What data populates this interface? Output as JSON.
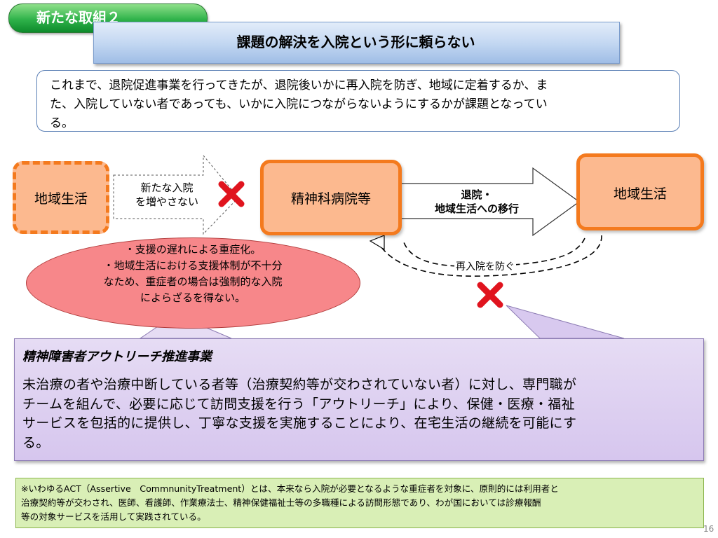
{
  "header": {
    "badge": "新たな取組２",
    "title": "課題の解決を入院という形に頼らない"
  },
  "intro": {
    "line1": "これまで、退院促進事業を行ってきたが、退院後いかに再入院を防ぎ、地域に定着するか、ま",
    "line2": "た、入院していない者であっても、いかに入院につながらないようにするかが課題となってい",
    "line3": "る。"
  },
  "flow": {
    "left_box": "地域生活",
    "left_arrow_line1": "新たな入院",
    "left_arrow_line2": "を増やさない",
    "mid_box": "精神科病院等",
    "right_arrow_line1": "退院・",
    "right_arrow_line2": "地域生活への移行",
    "right_box": "地域生活",
    "readmit_label": "再入院を防ぐ"
  },
  "ellipse": {
    "line1": "・支援の遅れによる重症化。",
    "line2": "・地域生活における支援体制が不十分",
    "line3": "なため、重症者の場合は強制的な入院",
    "line4": "によらざるを得ない。"
  },
  "outreach": {
    "title": "精神障害者アウトリーチ推進事業",
    "line1": "未治療の者や治療中断している者等（治療契約等が交わされていない者）に対し、専門職が",
    "line2": "チームを組んで、必要に応じて訪問支援を行う「アウトリーチ」により、保健・医療・福祉",
    "line3": "サービスを包括的に提供し、丁寧な支援を実施することにより、在宅生活の継続を可能にす",
    "line4": "る。"
  },
  "note": {
    "line1": "※いわゆるACT（Assertive　CommnunityTreatment）とは、本来なら入院が必要となるような重症者を対象に、原則的には利用者と",
    "line2": "治療契約等が交わされ、医師、看護師、作業療法士、精神保健福祉士等の多職種による訪問形態であり、わが国においては診療報酬",
    "line3": "等の対象サービスを活用して実践されている。"
  },
  "page_number": "16",
  "icons": {
    "cross": "red-x-mark-icon"
  },
  "colors": {
    "orange_border": "#f47a1e",
    "orange_fill": "#fcb98f",
    "ellipse_fill": "#f7878a",
    "outreach_fill": "#d6c6ee",
    "note_fill": "#d9efb6",
    "cross": "#e0141e"
  }
}
